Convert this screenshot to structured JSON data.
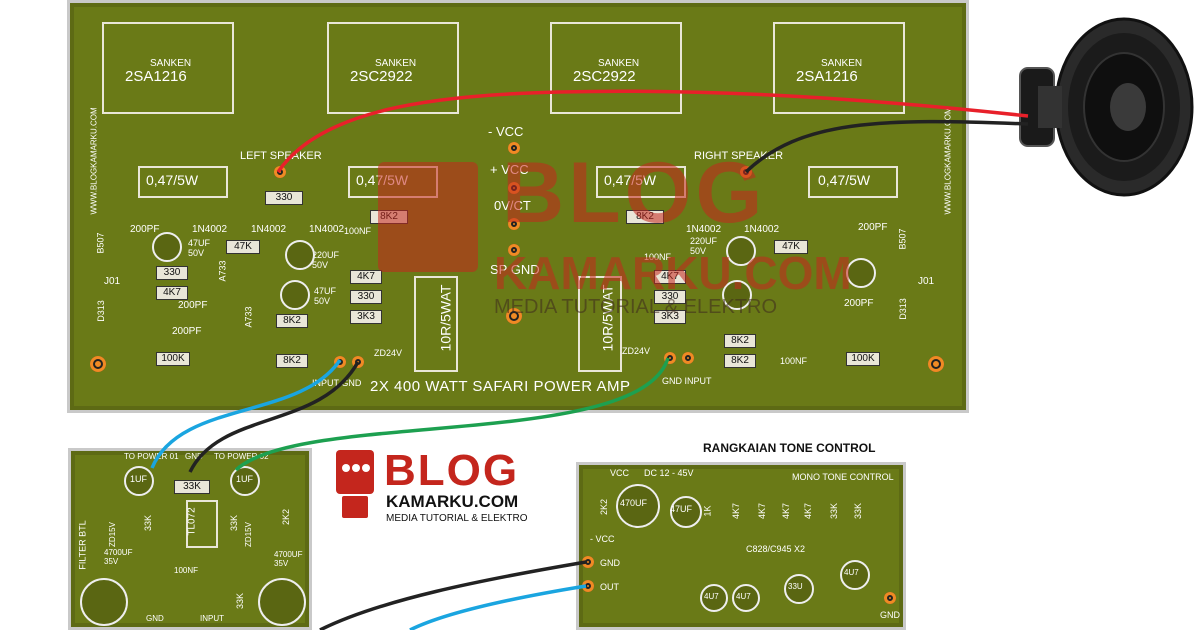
{
  "main_board": {
    "transistors": [
      {
        "maker": "SANKEN",
        "part": "2SA1216"
      },
      {
        "maker": "SANKEN",
        "part": "2SC2922"
      },
      {
        "maker": "SANKEN",
        "part": "2SC2922"
      },
      {
        "maker": "SANKEN",
        "part": "2SA1216"
      }
    ],
    "left_speaker": "LEFT SPEAKER",
    "right_speaker": "RIGHT SPEAKER",
    "emitter_resistors": [
      "0,47/5W",
      "0,47/5W",
      "0,47/5W",
      "0,47/5W"
    ],
    "rails": [
      "- VCC",
      "+ VCC",
      "0V/CT",
      "SP GND"
    ],
    "title": "2X 400 WATT SAFARI POWER AMP",
    "input_left": "INPUT GND",
    "input_right": "GND INPUT",
    "site_vertical": "WWW.BLOGKAMARKU.COM",
    "components_left": [
      "330",
      "1N4002",
      "1N4002",
      "1N4002",
      "8K2",
      "200PF",
      "47K",
      "47UF 50V",
      "220UF 50V",
      "4K7",
      "330",
      "3K3",
      "100NF",
      "8K2",
      "8K2",
      "100K",
      "ZD24V",
      "200PF",
      "200PF",
      "330",
      "4K7",
      "B507",
      "J01",
      "D313",
      "A733",
      "A733",
      "10R/5WAT",
      "47UF 50V"
    ],
    "components_right": [
      "8K2",
      "1N4002",
      "1N4002",
      "200PF",
      "47K",
      "220UF 50V",
      "100NF",
      "4K7",
      "330",
      "3K3",
      "8K2",
      "8K2",
      "100NF",
      "ZD24V",
      "100K",
      "200PF",
      "10R/5WAT",
      "J01",
      "B507",
      "D313"
    ]
  },
  "watermark": {
    "top": "BLOG",
    "middle": "KAMARKU.COM",
    "bottom": "MEDIA TUTORIAL & ELEKTRO"
  },
  "logo": {
    "line1": "BLOG",
    "line2": "KAMARKU.COM",
    "line3": "MEDIA TUTORIAL & ELEKTRO"
  },
  "filter_board": {
    "to_power_01": "TO POWER 01",
    "to_power_02": "TO POWER 02",
    "gnd": "GND",
    "filter_btl": "FILTER BTL",
    "input": "INPUT",
    "parts": [
      "1UF",
      "33K",
      "1UF",
      "TL072",
      "33K",
      "33K",
      "2K2",
      "ZD15V",
      "ZD15V",
      "4700UF 35V",
      "4700UF 35V",
      "100NF",
      "33K"
    ]
  },
  "tone_board": {
    "heading": "RANGKAIAN TONE CONTROL",
    "vcc": "VCC",
    "dc": "DC 12 - 45V",
    "title": "MONO TONE CONTROL",
    "neg_vcc": "- VCC",
    "gnd": "GND",
    "out": "OUT",
    "gnd_right": "GND",
    "transistors": "C828/C945 X2",
    "parts": [
      "470UF",
      "47UF",
      "2K2",
      "1K",
      "4K7",
      "4K7",
      "4K7",
      "4K7",
      "33K",
      "33K",
      "4U7",
      "4U7",
      "4U7",
      "33U"
    ]
  },
  "colors": {
    "pcb": "#6a7a17",
    "pad": "#f08a24",
    "brand_red": "#c4261d",
    "wire_red": "#e8202a",
    "wire_black": "#222222",
    "wire_blue": "#1aa5e0",
    "wire_green": "#1da050"
  }
}
